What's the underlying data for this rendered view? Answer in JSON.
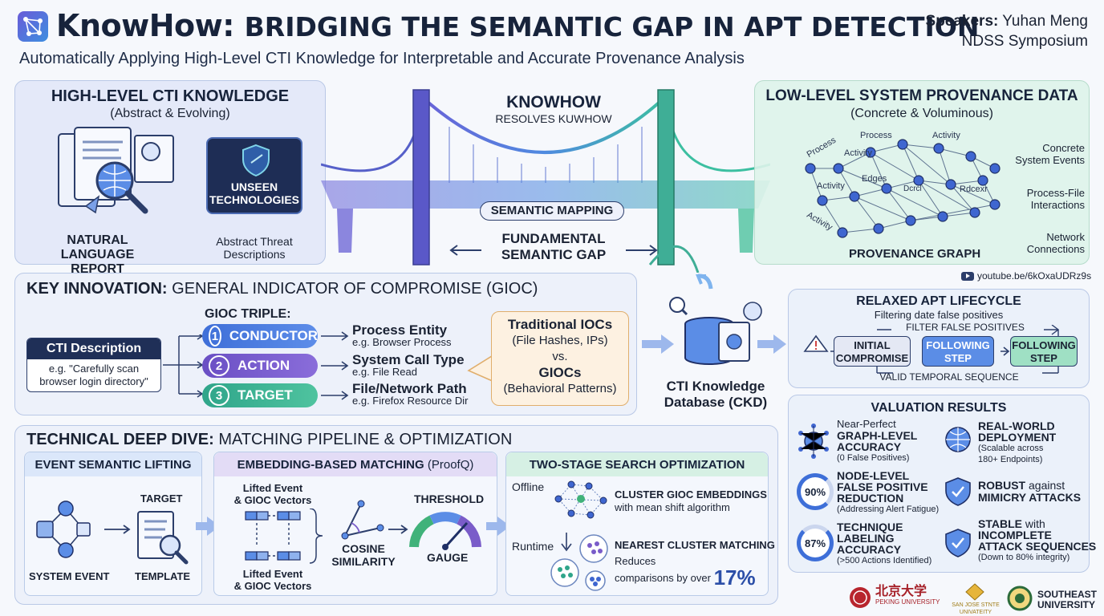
{
  "header": {
    "title_brand": "KnowHow:",
    "title_rest": "BRIDGING THE SEMANTIC GAP IN APT DETECTION",
    "subtitle": "Automatically Applying High-Level CTI Knowledge for Interpretable and Accurate Provenance Analysis",
    "speakers_label": "Speakers:",
    "speaker_name": "Yuhan Meng",
    "venue": "NDSS Symposium",
    "logo_icon": "network-logo-icon"
  },
  "top": {
    "left": {
      "title": "HIGH-LEVEL CTI KNOWLEDGE",
      "subtitle": "(Abstract & Evolving)",
      "report_label_1": "NATURAL LANGUAGE",
      "report_label_2": "REPORT",
      "unseen_1": "UNSEEN",
      "unseen_2": "TECHNOLOGIES",
      "abstract_1": "Abstract Threat",
      "abstract_2": "Descriptions"
    },
    "bridge": {
      "title": "KNOWHOW",
      "subtitle": "RESOLVES KUWHOW",
      "mapping": "SEMANTIC MAPPING",
      "gap_1": "FUNDAMENTAL",
      "gap_2": "SEMANTIC GAP"
    },
    "right": {
      "title": "LOW-LEVEL SYSTEM PROVENANCE DATA",
      "subtitle": "(Concrete & Voluminous)",
      "graph_labels": [
        "Process",
        "Activity",
        "Process",
        "Activity",
        "Edges",
        "Activity",
        "Rdcexr",
        "Activity",
        "Dcrcl"
      ],
      "side_1a": "Concrete",
      "side_1b": "System Events",
      "side_2a": "Process-File",
      "side_2b": "Interactions",
      "side_3a": "Network",
      "side_3b": "Connections",
      "graph_title": "PROVENANCE GRAPH",
      "youtube": "youtube.be/6kOxaUDRz9s"
    }
  },
  "key": {
    "title_bold": "KEY INNOVATION:",
    "title_rest": "GENERAL INDICATOR OF COMPROMISE (GIOC)",
    "cti_title": "CTI Description",
    "cti_example_1": "e.g. \"Carefully scan",
    "cti_example_2": "browser login directory\"",
    "triple_label": "GIOC TRIPLE:",
    "items": [
      {
        "num": "1",
        "label": "CONDUCTOR",
        "entity": "Process Entity",
        "example": "e.g. Browser Process"
      },
      {
        "num": "2",
        "label": "ACTION",
        "entity": "System Call Type",
        "example": "e.g. File Read"
      },
      {
        "num": "3",
        "label": "TARGET",
        "entity": "File/Network Path",
        "example": "e.g. Firefox Resource Dir"
      }
    ],
    "compare_1": "Traditional IOCs",
    "compare_2": "(File Hashes, IPs)",
    "compare_vs": "vs.",
    "compare_3": "GIOCs",
    "compare_4": "(Behavioral Patterns)"
  },
  "ckd": {
    "label_1": "CTI Knowledge",
    "label_2": "Database (CKD)"
  },
  "lifecycle": {
    "title": "RELAXED APT LIFECYCLE",
    "subtitle": "Filtering date false positives",
    "filter": "FILTER FALSE POSITIVES",
    "step_1a": "INITIAL",
    "step_1b": "COMPROMISE",
    "step_2a": "FOLLOWING",
    "step_2b": "STEP",
    "step_3a": "FOLLOWING",
    "step_3b": "STEP",
    "valid": "VALID TEMPORAL SEQUENCE"
  },
  "results": {
    "title": "VALUATION RESULTS",
    "r1_pre": "Near-Perfect",
    "r1_a": "GRAPH-LEVEL",
    "r1_b": "ACCURACY",
    "r1_note": "(0 False Positives)",
    "r2_a": "REAL-WORLD",
    "r2_b": "DEPLOYMENT",
    "r2_note_1": "(Scalable across",
    "r2_note_2": "180+ Endpoints)",
    "r3_pct": "90%",
    "r3_a": "NODE-LEVEL",
    "r3_b": "FALSE POSITIVE",
    "r3_c": "REDUCTION",
    "r3_note": "(Addressing Alert Fatigue)",
    "r4_a": "ROBUST",
    "r4_a2": "against",
    "r4_b": "MIMICRY ATTACKS",
    "r5_pct": "87%",
    "r5_a": "TECHNIQUE",
    "r5_b": "LABELING",
    "r5_c": "ACCURACY",
    "r5_note": "(>500 Actions Identified)",
    "r6_a": "STABLE",
    "r6_a2": "with",
    "r6_b": "INCOMPLETE",
    "r6_c": "ATTACK SEQUENCES",
    "r6_note": "(Down to 80% integrity)"
  },
  "deep": {
    "title_bold": "TECHNICAL DEEP DIVE:",
    "title_rest": "MATCHING PIPELINE & OPTIMIZATION",
    "lift": {
      "title": "EVENT SEMANTIC LIFTING",
      "target": "TARGET",
      "system_event": "SYSTEM EVENT",
      "template": "TEMPLATE"
    },
    "embed": {
      "title_bold": "EMBEDDING-BASED MATCHING",
      "title_rest": "(ProofQ)",
      "lifted_1a": "Lifted Event",
      "lifted_1b": "& GIOC Vectors",
      "lifted_2a": "Lifted Event",
      "lifted_2b": "& GIOC Vectors",
      "cos_1": "COSINE",
      "cos_2": "SIMILARITY",
      "threshold": "THRESHOLD",
      "gauge": "GAUGE"
    },
    "search": {
      "title": "TWO-STAGE SEARCH OPTIMIZATION",
      "offline": "Offline",
      "cluster_bold": "CLUSTER GIOC EMBEDDINGS",
      "cluster_rest": "with mean shift algorithm",
      "runtime": "Runtime",
      "nearest_bold": "NEAREST CLUSTER MATCHING",
      "reduces_1": "Reduces",
      "reduces_2": "comparisons by over",
      "pct": "17%"
    }
  },
  "footer": {
    "pku_cn": "北京大学",
    "pku_en": "PEKING UNIVERSITY",
    "sjsu_1": "SAN JOSE STNTE",
    "sjsu_2": "UNIVATEITY",
    "seu_1": "SOUTHEAST",
    "seu_2": "UNIVERSITY"
  },
  "colors": {
    "navy": "#17233b",
    "blue": "#3e6fd8",
    "purple": "#7a5cc9",
    "teal": "#2fa58a",
    "green": "#40b27a"
  }
}
